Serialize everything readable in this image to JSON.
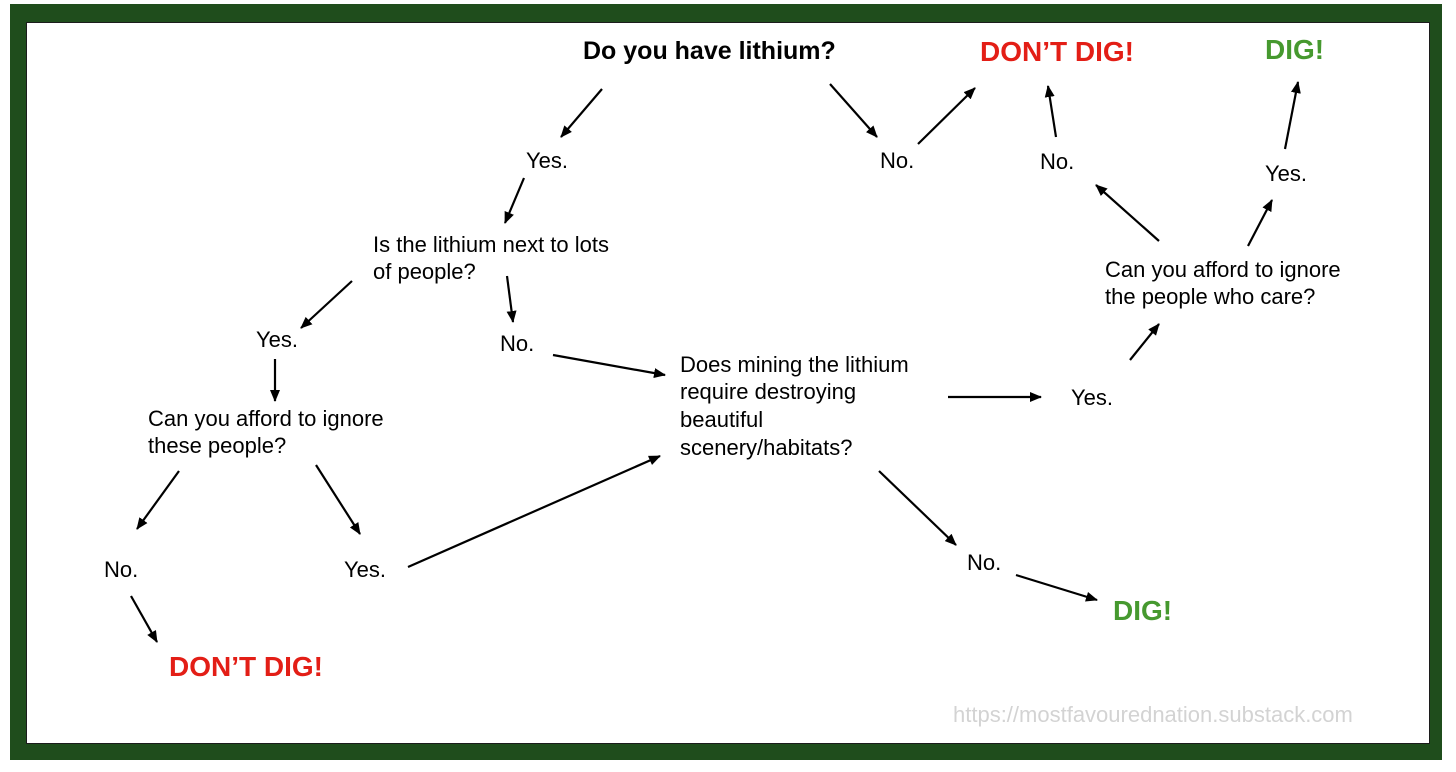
{
  "colors": {
    "frame": "#1f4d1c",
    "dig": "#46992f",
    "dont_dig": "#e31e16",
    "watermark": "#d3d3d3"
  },
  "nodes": {
    "start_question": "Do you have lithium?",
    "start_yes": "Yes.",
    "start_no": "No.",
    "start_no_result": "DON’T DIG!",
    "people_question_line1": "Is the lithium next to lots",
    "people_question_line2": "of people?",
    "people_yes": "Yes.",
    "people_no": "No.",
    "ignore_people_line1": "Can you afford to ignore",
    "ignore_people_line2": "these people?",
    "ignore_people_no": "No.",
    "ignore_people_yes": "Yes.",
    "ignore_people_no_result": "DON’T DIG!",
    "scenery_line1": "Does mining the lithium",
    "scenery_line2": "require destroying",
    "scenery_line3": "beautiful",
    "scenery_line4": "scenery/habitats?",
    "scenery_yes": "Yes.",
    "scenery_no": "No.",
    "scenery_no_result": "DIG!",
    "care_line1": "Can you afford to ignore",
    "care_line2": "the people who care?",
    "care_no": "No.",
    "care_yes": "Yes.",
    "care_yes_result": "DIG!"
  },
  "watermark": "https://mostfavourednation.substack.com"
}
